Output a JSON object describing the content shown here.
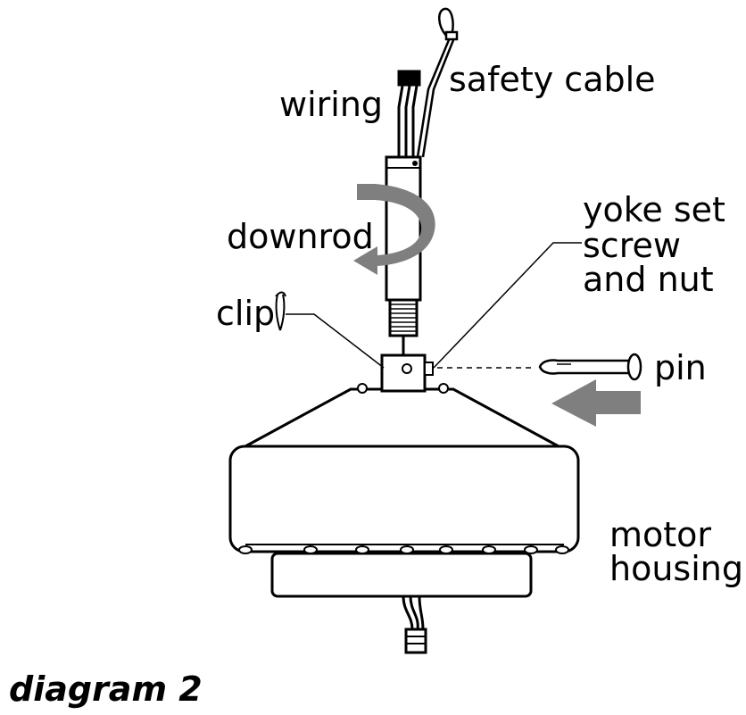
{
  "labels": {
    "safety_cable": "safety cable",
    "wiring": "wiring",
    "downrod": "downrod",
    "yoke_line1": "yoke set",
    "yoke_line2": "screw",
    "yoke_line3": "and nut",
    "clip": "clip",
    "pin": "pin",
    "motor_line1": "motor",
    "motor_line2": "housing"
  },
  "caption": "diagram 2",
  "colors": {
    "ink": "#000000",
    "arrow": "#7f7f7f",
    "fill": "#ffffff"
  }
}
